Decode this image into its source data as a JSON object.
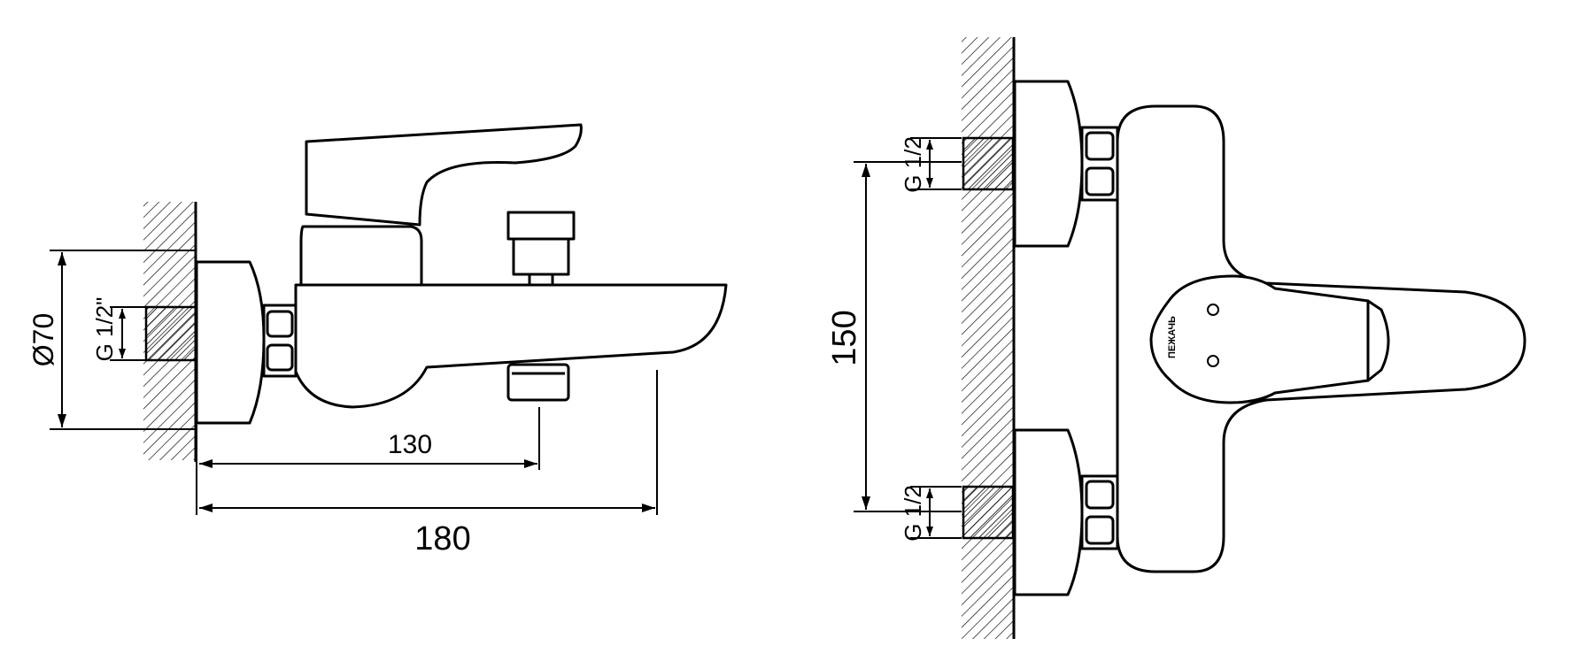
{
  "side_view": {
    "dim_horizontal_short": "130",
    "dim_horizontal_long": "180",
    "dim_diameter": "Ø70",
    "dim_thread": "G 1/2\""
  },
  "front_view": {
    "dim_vertical": "150",
    "dim_thread_top": "G 1/2",
    "dim_thread_bottom": "G 1/2",
    "logo_text": "ПЕЖАЧЬ"
  },
  "colors": {
    "line": "#000000",
    "background": "#ffffff"
  }
}
